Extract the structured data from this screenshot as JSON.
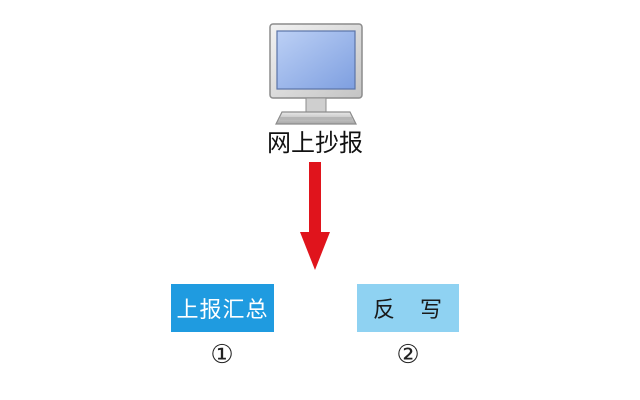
{
  "computer": {
    "label": "网上抄报",
    "icon": "computer-monitor-icon"
  },
  "arrow": {
    "icon": "down-arrow-icon",
    "color": "#e0141c"
  },
  "steps": [
    {
      "label": "上报汇总",
      "number": "①",
      "bg_color": "#1f9be0",
      "text_color": "#ffffff"
    },
    {
      "label_left": "反",
      "label_right": "写",
      "number": "②",
      "bg_color": "#8fd2f2",
      "text_color": "#1a1a1a"
    }
  ]
}
